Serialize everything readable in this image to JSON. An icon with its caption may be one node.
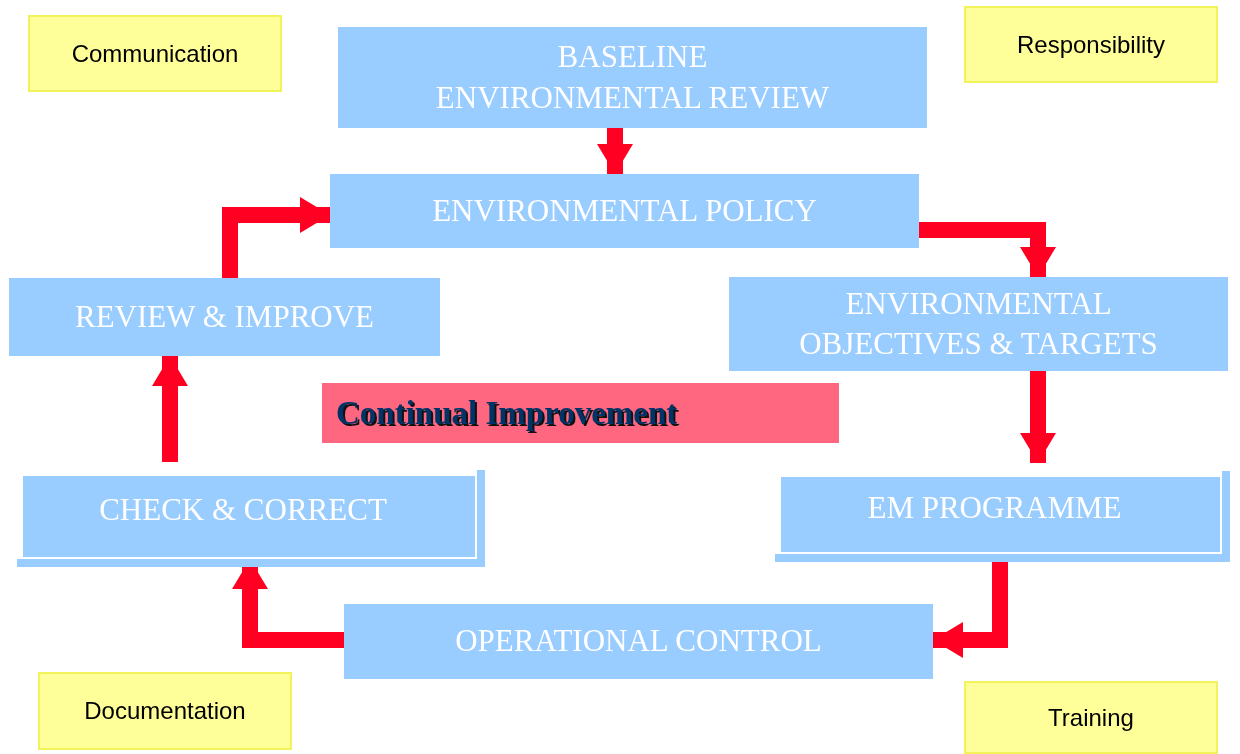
{
  "diagram": {
    "nodes": [
      {
        "text": [
          "Communication"
        ]
      },
      {
        "text": [
          "Responsibility"
        ]
      },
      {
        "text": [
          "BASELINE ENVIRONMENTAL REVIEW"
        ]
      },
      {
        "text": [
          "ENVIRONMENTAL POLICY"
        ]
      },
      {
        "text": [
          "REVIEW & IMPROVE"
        ]
      },
      {
        "text": [
          "ENVIRONMENTAL OBJECTIVES & TARGETS"
        ]
      },
      {
        "text": [
          "Continual Improvement"
        ]
      },
      {
        "text": [
          "CHECK & CORRECT"
        ]
      },
      {
        "text": [
          "EM  PROGRAMME"
        ]
      },
      {
        "text": [
          "OPERATIONAL CONTROL"
        ]
      },
      {
        "text": [
          "Documentation"
        ]
      },
      {
        "text": [
          "Training"
        ]
      }
    ],
    "edges": [
      {
        "from": 2,
        "to": 3,
        "arrow": "to"
      },
      {
        "from": 4,
        "to": 3,
        "arrow": "to"
      },
      {
        "from": 3,
        "to": 5,
        "arrow": "to"
      },
      {
        "from": 5,
        "to": 8,
        "arrow": "to"
      },
      {
        "from": 8,
        "to": 9,
        "arrow": "to"
      },
      {
        "from": 9,
        "to": 7,
        "arrow": "to"
      },
      {
        "from": 7,
        "to": 4,
        "arrow": "to"
      }
    ]
  }
}
